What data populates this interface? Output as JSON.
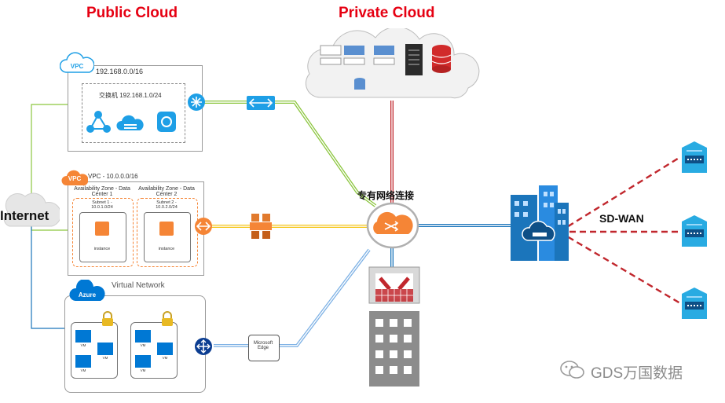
{
  "titles": {
    "public_cloud": "Public Cloud",
    "private_cloud": "Private Cloud"
  },
  "internet": {
    "label": "Internet"
  },
  "aliyun_vpc": {
    "badge": "VPC",
    "cidr": "192.168.0.0/16",
    "subnet": "交换机 192.168.1.0/24"
  },
  "aws_vpc": {
    "badge": "VPC",
    "cidr": "VPC - 10.0.0.0/16",
    "zone1": "Availability Zone - Data Center 1",
    "zone2": "Availability Zone - Data Center 2",
    "subnet1": "Subnet 1 - 10.0.1.0/24",
    "subnet2": "Subnet 2 - 10.0.2.0/24",
    "instance": "instance"
  },
  "azure": {
    "badge": "Azure",
    "network": "Virtual Network",
    "vm": "VM",
    "edge": "Microsoft Edge"
  },
  "center": {
    "label": "专有网络连接"
  },
  "sdwan": {
    "label": "SD-WAN"
  },
  "watermark": {
    "text": "GDS万国数据"
  },
  "colors": {
    "title_red": "#e60012",
    "green_link": "#8cc63f",
    "yellow_link": "#f5c518",
    "blue_link": "#1b75bb",
    "light_blue_link": "#7fb2e5",
    "red_link": "#c1272d",
    "sdwan_dash": "#c1272d",
    "aws_orange": "#f58536",
    "aliyun_blue": "#1e9fe6",
    "azure_blue": "#0078d4"
  }
}
